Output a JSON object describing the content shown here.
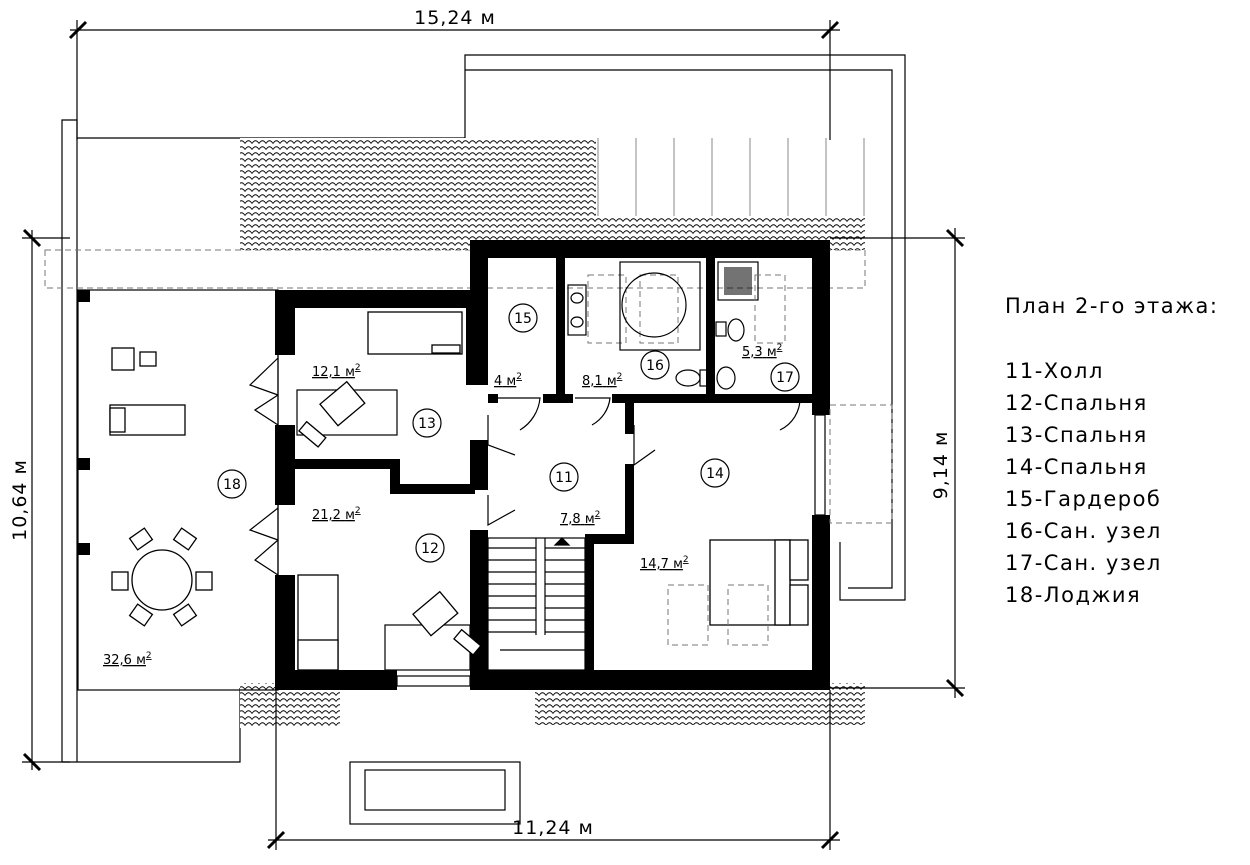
{
  "dimensions": {
    "top": "15,24 м",
    "bottom": "11,24 м",
    "left": "10,64 м",
    "right": "9,14 м"
  },
  "legend": {
    "title": "План 2-го этажа:",
    "items": [
      "11-Холл",
      "12-Спальня",
      "13-Спальня",
      "14-Спальня",
      "15-Гардероб",
      "16-Сан. узел",
      "17-Сан. узел",
      "18-Лоджия"
    ]
  },
  "rooms": [
    {
      "num": "11",
      "area": "7,8"
    },
    {
      "num": "12",
      "area": "21,2"
    },
    {
      "num": "13",
      "area": "12,1"
    },
    {
      "num": "14",
      "area": "14,7"
    },
    {
      "num": "15",
      "area": "4"
    },
    {
      "num": "16",
      "area": "8,1"
    },
    {
      "num": "17",
      "area": "5,3"
    },
    {
      "num": "18",
      "area": "32,6"
    }
  ],
  "area_unit": "м",
  "area_sup": "2"
}
